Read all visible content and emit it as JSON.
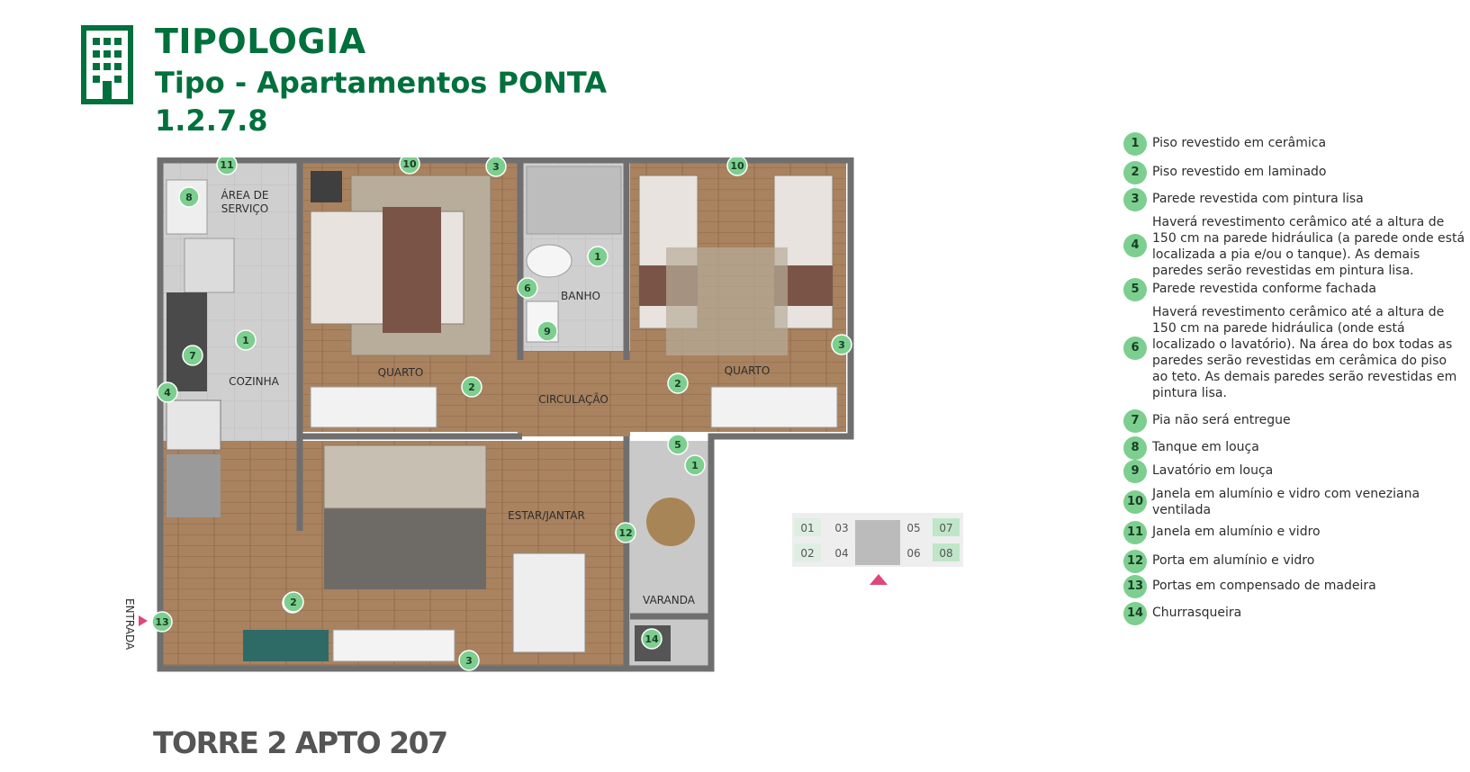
{
  "header": {
    "title": "TIPOLOGIA",
    "subtitle": "Tipo - Apartamentos PONTA",
    "units": "1.2.7.8",
    "icon": "building-icon",
    "brand_color": "#00703c"
  },
  "footer": {
    "text": "TORRE 2 APTO 207"
  },
  "plan": {
    "rooms": {
      "area_servico_1": "ÁREA DE",
      "area_servico_2": "SERVIÇO",
      "cozinha": "COZINHA",
      "quarto_1": "QUARTO",
      "banho": "BANHO",
      "circulacao": "CIRCULAÇÃO",
      "quarto_2": "QUARTO",
      "estar_jantar": "ESTAR/JANTAR",
      "varanda": "VARANDA",
      "entrada": "ENTRADA"
    },
    "markers": [
      "11",
      "8",
      "10",
      "3",
      "1",
      "6",
      "9",
      "10",
      "3",
      "1",
      "7",
      "4",
      "2",
      "2",
      "2",
      "5",
      "1",
      "12",
      "2",
      "13",
      "14",
      "3"
    ],
    "marker_color": "#7ccf8f"
  },
  "keyplan": {
    "units_top": [
      "01",
      "03",
      "05",
      "07"
    ],
    "units_bottom": [
      "02",
      "04",
      "06",
      "08"
    ]
  },
  "legend": [
    {
      "num": "1",
      "text": "Piso revestido em cerâmica"
    },
    {
      "num": "2",
      "text": "Piso revestido em laminado"
    },
    {
      "num": "3",
      "text": "Parede revestida com pintura lisa"
    },
    {
      "num": "4",
      "text": "Haverá revestimento cerâmico até a altura de 150 cm na parede hidráulica (a parede onde está localizada a pia e/ou o tanque). As demais paredes serão revestidas em pintura lisa."
    },
    {
      "num": "5",
      "text": "Parede revestida conforme fachada"
    },
    {
      "num": "6",
      "text": "Haverá revestimento cerâmico até a altura de 150 cm na parede hidráulica (onde está localizado o lavatório). Na área do box todas as paredes serão revestidas em cerâmica do piso ao teto. As demais paredes serão revestidas em pintura lisa."
    },
    {
      "num": "7",
      "text": "Pia não será entregue"
    },
    {
      "num": "8",
      "text": "Tanque em louça"
    },
    {
      "num": "9",
      "text": "Lavatório em louça"
    },
    {
      "num": "10",
      "text": "Janela em alumínio e vidro com veneziana ventilada"
    },
    {
      "num": "11",
      "text": "Janela em alumínio e vidro"
    },
    {
      "num": "12",
      "text": "Porta em alumínio e vidro"
    },
    {
      "num": "13",
      "text": "Portas em compensado de madeira"
    },
    {
      "num": "14",
      "text": "Churrasqueira"
    }
  ]
}
